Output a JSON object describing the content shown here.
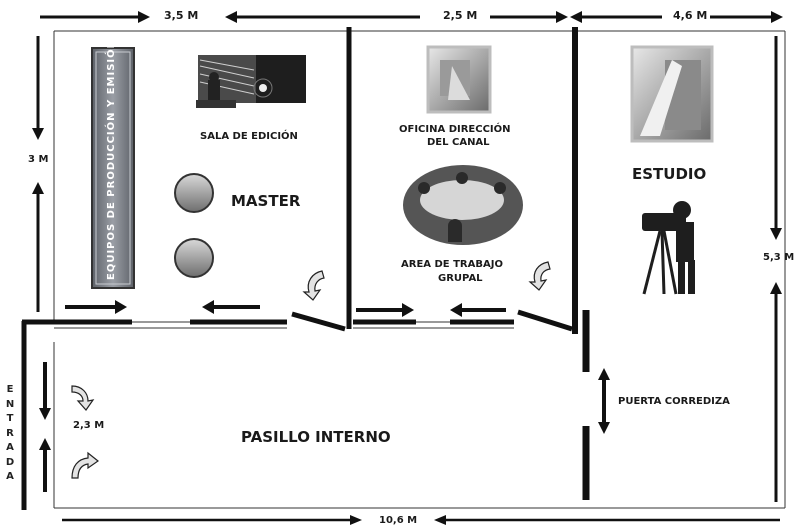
{
  "dimensions": {
    "top_left": "3,5 M",
    "top_middle": "2,5 M",
    "top_right": "4,6 M",
    "left_height": "3 M",
    "right_height": "5,3 M",
    "entrance_width": "2,3 M",
    "bottom_width": "10,6 M"
  },
  "rooms": {
    "equipment_rack": "EQUIPOS DE PRODUCCIÓN Y EMISIÓN",
    "editing_room": "SALA DE EDICIÓN",
    "master": "MASTER",
    "director_office_line1": "OFICINA DIRECCIÓN",
    "director_office_line2": "DEL CANAL",
    "group_work_line1": "AREA DE TRABAJO",
    "group_work_line2": "GRUPAL",
    "studio": "ESTUDIO",
    "hallway": "PASILLO INTERNO",
    "sliding_door": "PUERTA CORREDIZA",
    "entrance": "ENTRADA"
  },
  "colors": {
    "wall": "#111111",
    "rack_fill": "#7d8188",
    "thin_line": "#333333"
  },
  "icons": [
    "control-console-icon",
    "round-button-icon",
    "meeting-table-icon",
    "studio-photo-icon",
    "camera-operator-icon",
    "curved-arrow-icon"
  ]
}
